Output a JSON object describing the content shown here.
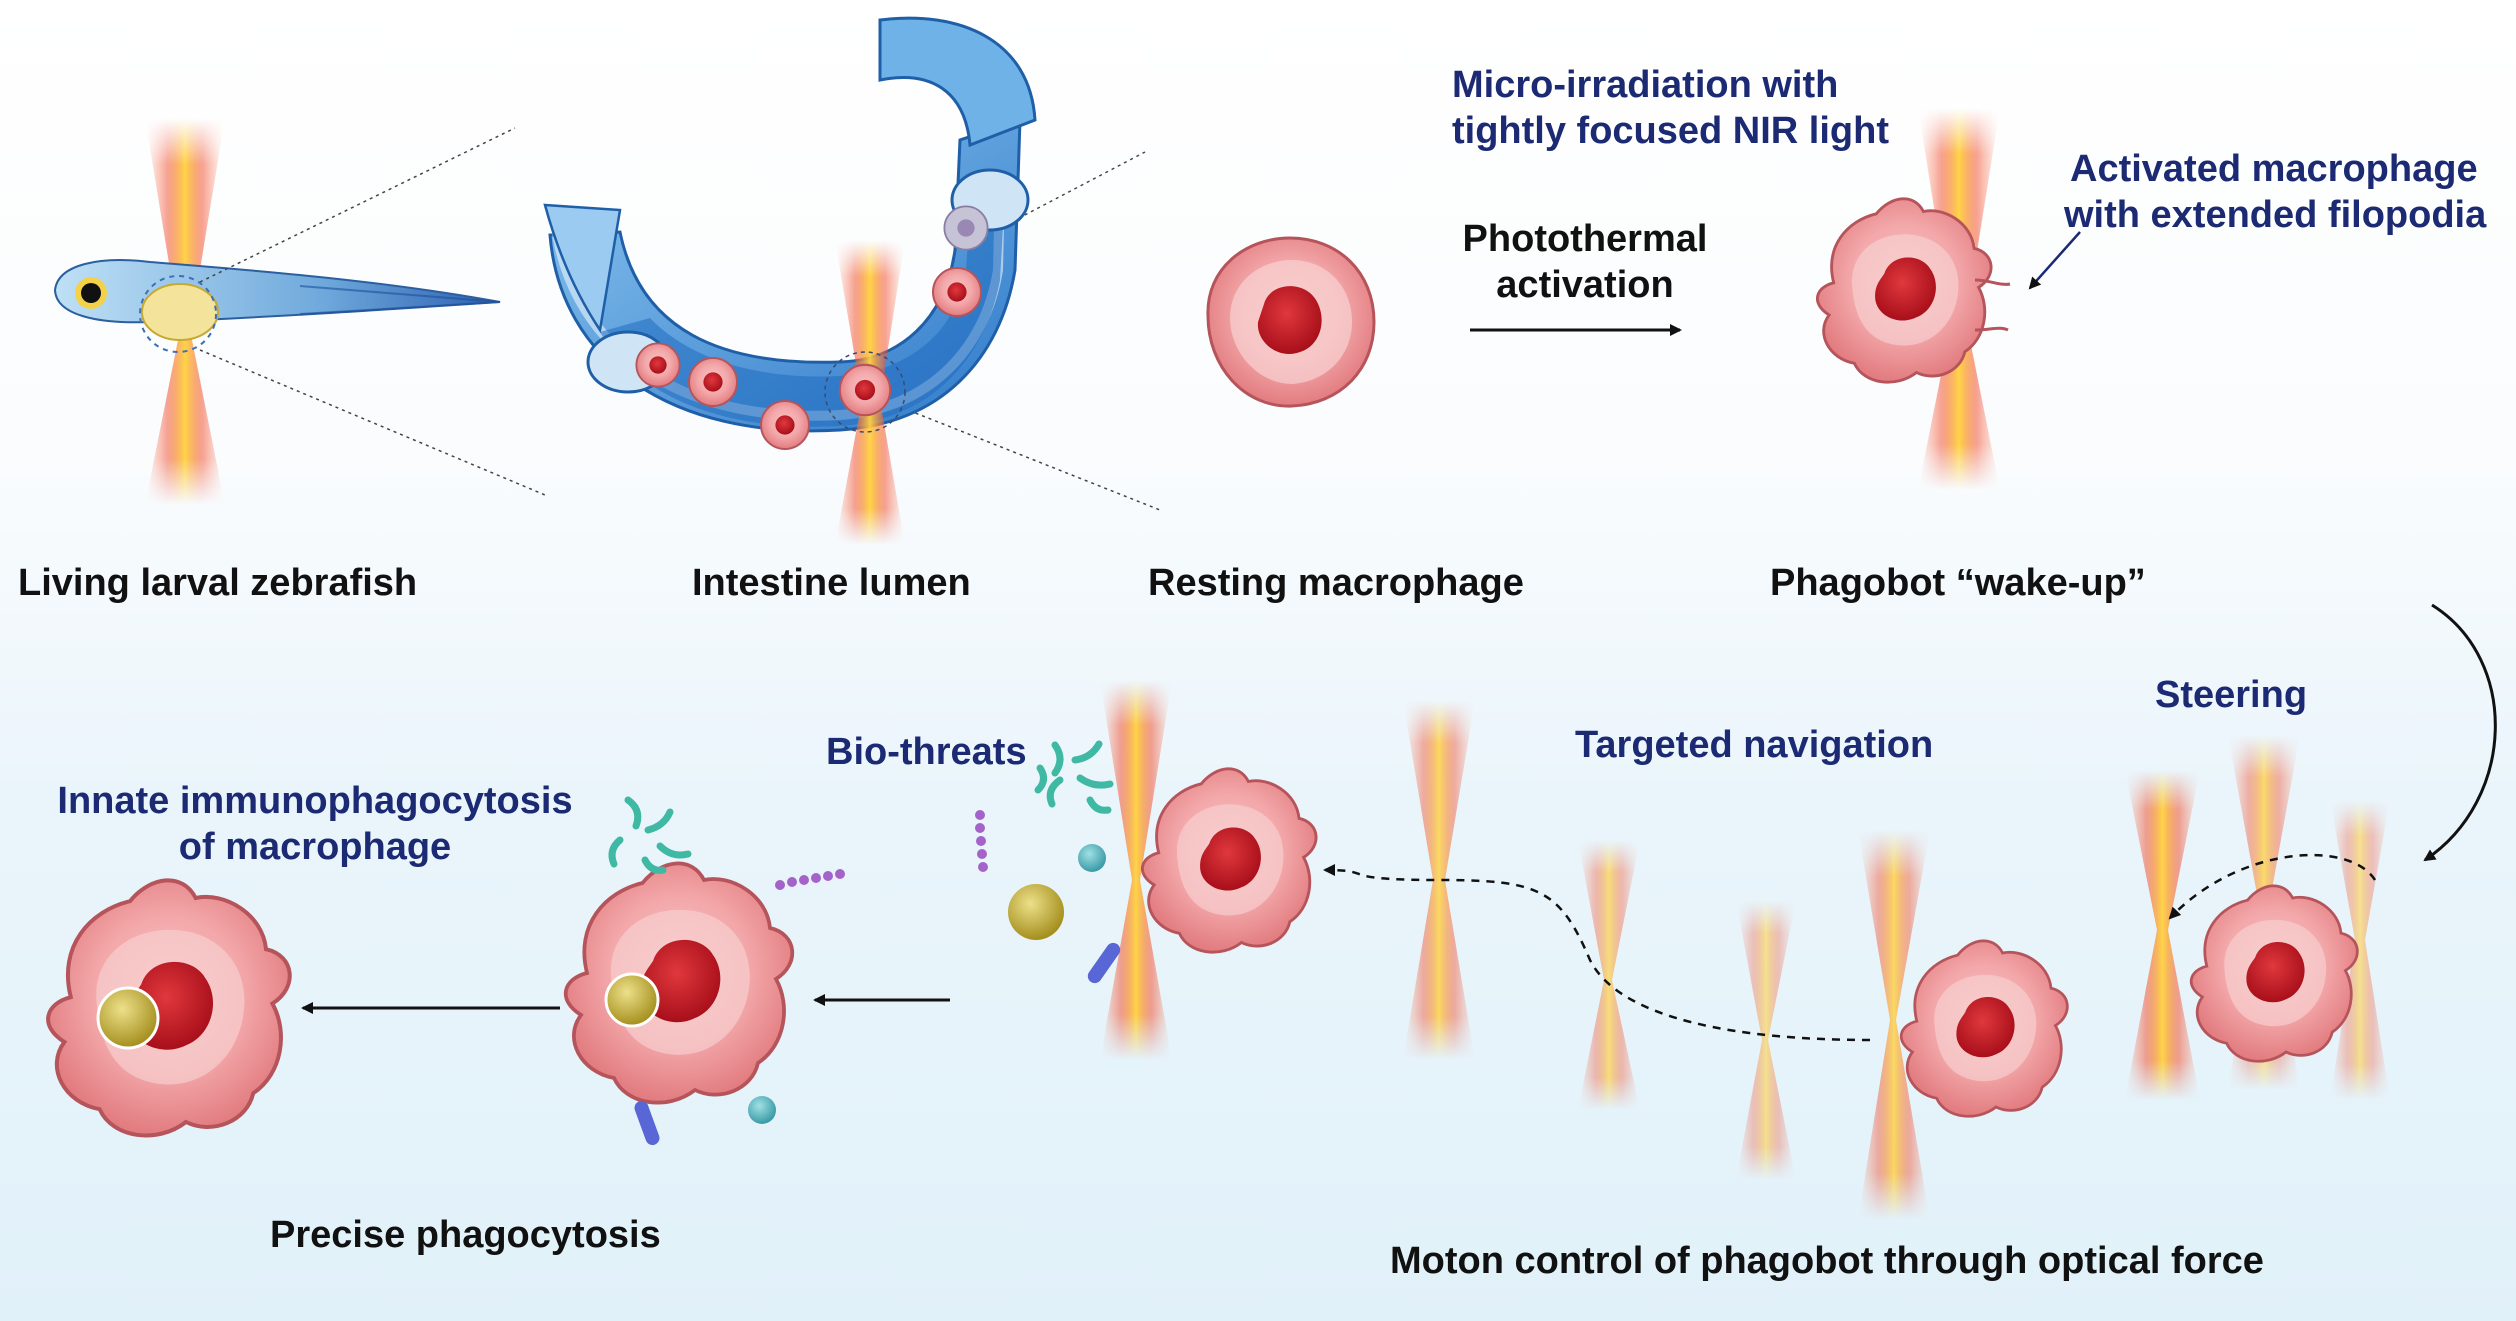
{
  "labels": {
    "zebrafish": "Living larval zebrafish",
    "intestine": "Intestine lumen",
    "resting": "Resting macrophage",
    "wakeup": "Phagobot “wake-up”",
    "micro_irradiation_1": "Micro-irradiation with",
    "micro_irradiation_2": "tightly focused NIR light",
    "photothermal_1": "Photothermal",
    "photothermal_2": "activation",
    "activated_1": "Activated macrophage",
    "activated_2": "with extended filopodia",
    "steering": "Steering",
    "targeted_navigation": "Targeted navigation",
    "motion_control": "Moton control of phagobot through optical force",
    "bio_threats": "Bio-threats",
    "innate_1": "Innate immunophagocytosis",
    "innate_2": "of macrophage",
    "precise": "Precise phagocytosis"
  },
  "colors": {
    "navy_text": "#1b2a73",
    "black_text": "#111111",
    "laser": "#e8402a",
    "laser_core": "#ffd23c",
    "cell_fill": "#f1a3a6",
    "nucleus": "#c8202b",
    "intestine": "#3b8fd6",
    "bacteria_teal": "#3fb8a4",
    "bacteria_purple": "#a463c9",
    "bacteria_blue": "#5866d6",
    "particle_olive": "#c9b43a"
  },
  "icons": [
    "zebrafish",
    "laser-beam",
    "intestine",
    "macrophage",
    "bacteria",
    "arrow"
  ]
}
